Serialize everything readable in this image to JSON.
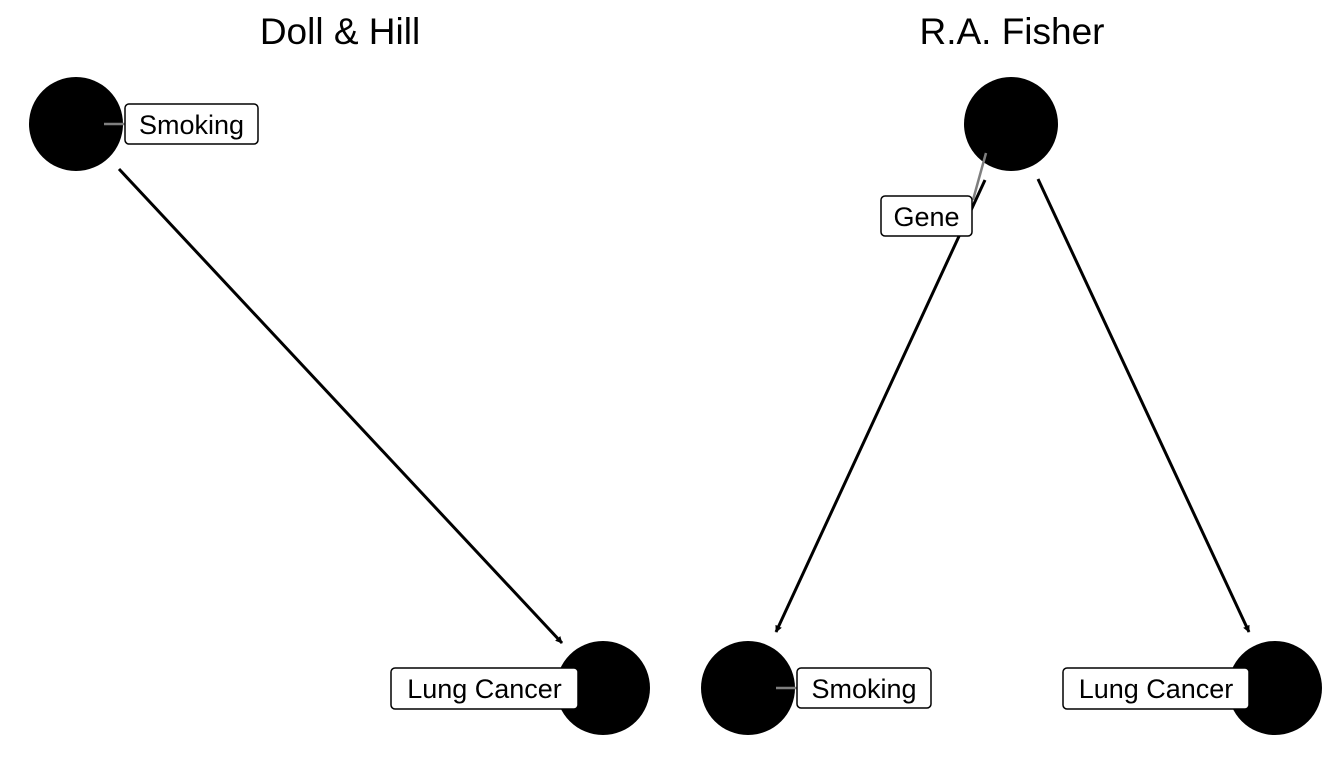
{
  "panels": [
    {
      "title": "Doll & Hill",
      "nodes": [
        {
          "id": "smoking",
          "label": "Smoking"
        },
        {
          "id": "lung_cancer",
          "label": "Lung Cancer"
        }
      ],
      "edges": [
        {
          "from": "smoking",
          "to": "lung_cancer"
        }
      ]
    },
    {
      "title": "R.A. Fisher",
      "nodes": [
        {
          "id": "gene",
          "label": "Gene"
        },
        {
          "id": "smoking",
          "label": "Smoking"
        },
        {
          "id": "lung_cancer",
          "label": "Lung Cancer"
        }
      ],
      "edges": [
        {
          "from": "gene",
          "to": "smoking"
        },
        {
          "from": "gene",
          "to": "lung_cancer"
        }
      ]
    }
  ],
  "colors": {
    "node_fill": "#000000",
    "edge": "#000000",
    "leader_line": "#7f7f7f",
    "label_background": "#ffffff"
  }
}
